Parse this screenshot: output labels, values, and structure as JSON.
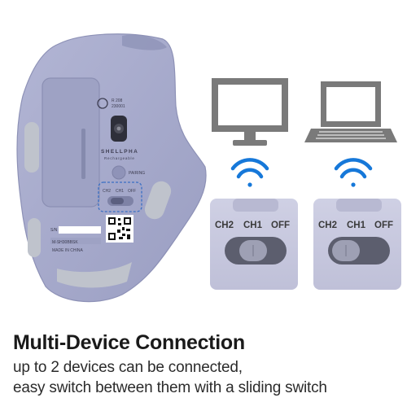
{
  "headline": "Multi-Device Connection",
  "subline_1": "up to 2 devices can be connected,",
  "subline_2": "easy switch between them with a sliding switch",
  "mouse": {
    "brand": "SHELLPHA",
    "pairing_label": "PAIRING",
    "switch_labels": [
      "CH2",
      "CH1",
      "OFF"
    ],
    "sn_label": "S/N",
    "model": "M-SH30BBSK",
    "made_in": "MADE IN CHINA",
    "cert_code": "230001"
  },
  "panels": [
    {
      "labels": [
        "CH2",
        "CH1",
        "OFF"
      ],
      "device": "desktop-monitor"
    },
    {
      "labels": [
        "CH2",
        "CH1",
        "OFF"
      ],
      "device": "laptop"
    }
  ],
  "colors": {
    "mouse_body": "#a4a7c8",
    "mouse_shadow": "#8f93b8",
    "panel_bg": "#c4c4da",
    "wifi_blue": "#1678d9",
    "device_grey": "#777777",
    "switch_accent": "#3a6fc4"
  }
}
